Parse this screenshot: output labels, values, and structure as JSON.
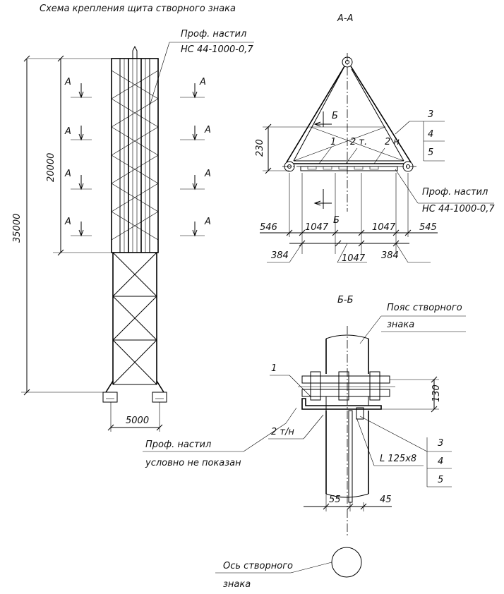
{
  "title": "Схема крепления щита створного знака",
  "left_view": {
    "section_marks": [
      "А",
      "А",
      "А",
      "А",
      "А",
      "А",
      "А",
      "А"
    ],
    "dim_shield_height": "20000",
    "dim_total_height": "35000",
    "dim_base_width": "5000",
    "callout_deck_line1": "Проф. настил",
    "callout_deck_line2": "НС 44-1000-0,7"
  },
  "section_aa": {
    "title": "А-А",
    "dim_height": "230",
    "section_mark_b_top": "Б",
    "section_mark_b_bottom": "Б",
    "label_1": "1",
    "label_2t": "2 т.",
    "label_2n": "2 н",
    "spec_3": "3",
    "spec_4": "4",
    "spec_5": "5",
    "callout_deck_line1": "Проф. настил",
    "callout_deck_line2": "НС 44-1000-0,7",
    "dims_row1": [
      "546",
      "1047",
      "1047",
      "545"
    ],
    "dims_row2": [
      "384",
      "1047",
      "384"
    ]
  },
  "section_bb": {
    "title": "Б-Б",
    "callout_chord_line1": "Пояс створного",
    "callout_chord_line2": "знака",
    "label_1": "1",
    "dim_130": "130",
    "label_2tn": "2 т/н",
    "label_angle": "L 125x8",
    "spec_3": "3",
    "spec_4": "4",
    "spec_5": "5",
    "note_line1": "Проф. настил",
    "note_line2": "условно не показан",
    "dim_55": "55",
    "dim_45": "45",
    "axis_line1": "Ось створного",
    "axis_line2": "знака"
  }
}
